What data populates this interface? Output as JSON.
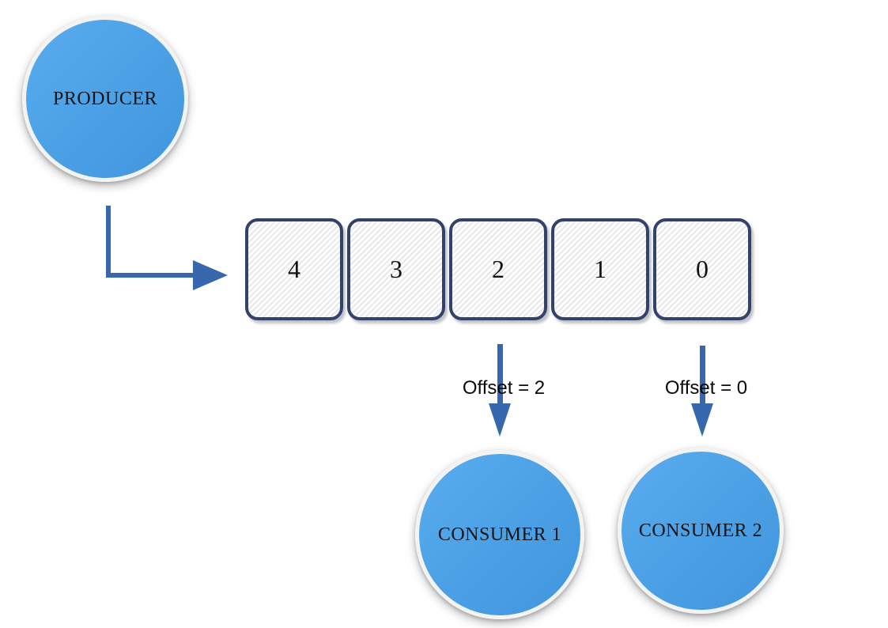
{
  "producer": {
    "label": "PRODUCER"
  },
  "queue": {
    "cells": [
      "4",
      "3",
      "2",
      "1",
      "0"
    ]
  },
  "consumers": [
    {
      "label": "CONSUMER 1",
      "offset_label": "Offset = 2"
    },
    {
      "label": "CONSUMER 2",
      "offset_label": "Offset = 0"
    }
  ],
  "colors": {
    "node_fill_light": "#58acee",
    "node_fill_dark": "#4095dd",
    "node_ring": "#f3f3f3",
    "cell_border": "#334269",
    "cell_stripe": "#e8e8ea",
    "arrow": "#3767ac",
    "text": "#111111"
  }
}
